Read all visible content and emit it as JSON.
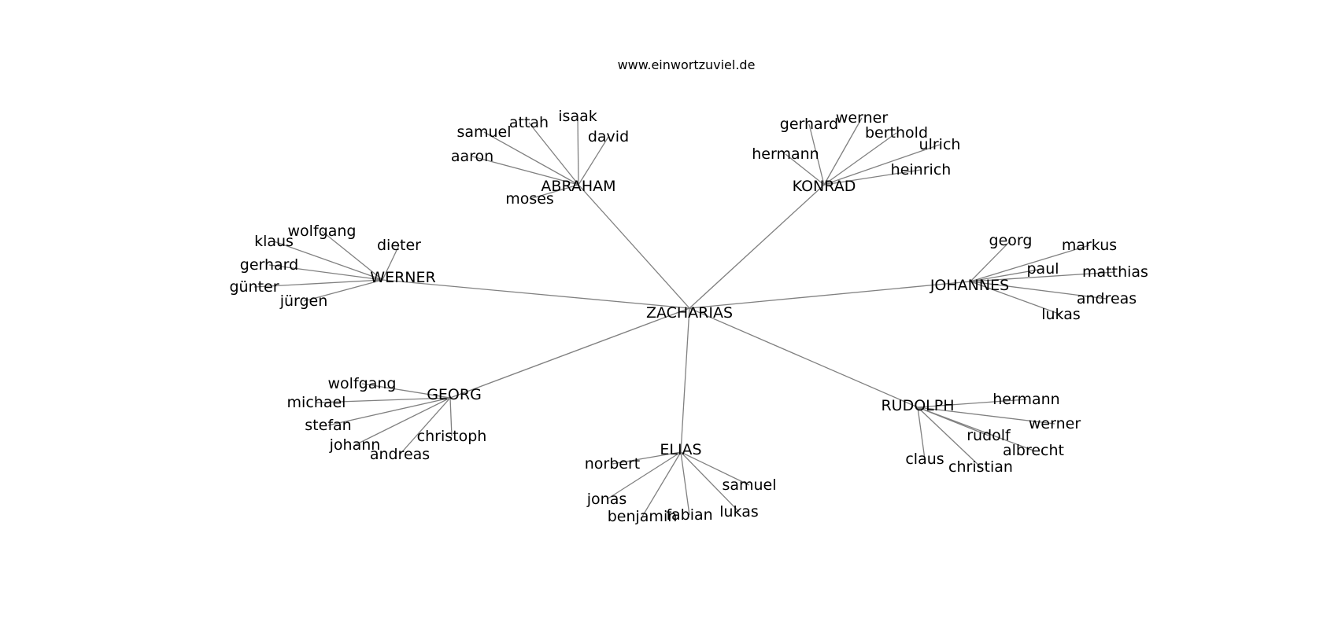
{
  "site": "www.einwortzuviel.de",
  "root": "ZACHARIAS",
  "groups": [
    {
      "name": "ABRAHAM",
      "children": [
        "isaak",
        "attah",
        "samuel",
        "aaron",
        "moses",
        "david"
      ]
    },
    {
      "name": "KONRAD",
      "children": [
        "werner",
        "gerhard",
        "berthold",
        "hermann",
        "ulrich",
        "heinrich"
      ]
    },
    {
      "name": "WERNER",
      "children": [
        "wolfgang",
        "klaus",
        "dieter",
        "gerhard",
        "günter",
        "jürgen"
      ]
    },
    {
      "name": "JOHANNES",
      "children": [
        "georg",
        "markus",
        "paul",
        "matthias",
        "andreas",
        "lukas"
      ]
    },
    {
      "name": "GEORG",
      "children": [
        "wolfgang",
        "michael",
        "stefan",
        "johann",
        "andreas",
        "christoph"
      ]
    },
    {
      "name": "RUDOLPH",
      "children": [
        "hermann",
        "werner",
        "rudolf",
        "albrecht",
        "claus",
        "christian"
      ]
    },
    {
      "name": "ELIAS",
      "children": [
        "norbert",
        "jonas",
        "benjamin",
        "fabian",
        "lukas",
        "samuel"
      ]
    }
  ]
}
